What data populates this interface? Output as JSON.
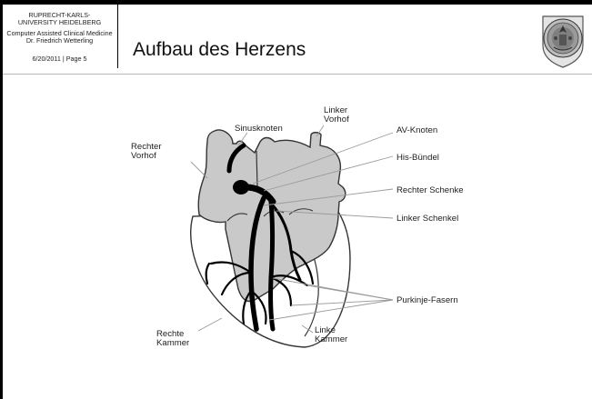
{
  "header": {
    "university": [
      "RUPRECHT-KARLS-",
      "UNIVERSITY HEIDELBERG"
    ],
    "department": [
      "Computer Assisted Clinical Medicine",
      "Dr. Friedrich Wetterling"
    ],
    "date_page": "6/20/2011 | Page 5",
    "title": "Aufbau des Herzens",
    "seal_icon": "university-seal-icon"
  },
  "diagram": {
    "labels": {
      "sinusknoten": "Sinusknoten",
      "linker_vorhof": [
        "Linker",
        "Vorhof"
      ],
      "rechter_vorhof": [
        "Rechter",
        "Vorhof"
      ],
      "av_knoten": "AV-Knoten",
      "his_buendel": "His-Bündel",
      "rechter_schenkel": "Rechter Schenke",
      "linker_schenkel": "Linker Schenkel",
      "purkinje_fasern": "Purkinje-Fasern",
      "rechte_kammer": [
        "Rechte",
        "Kammer"
      ],
      "linke_kammer": [
        "Linke",
        "Kammer"
      ]
    }
  },
  "colors": {
    "atria_fill": "#c9c9c9",
    "ventricle_fill": "#ffffff",
    "conduction": "#000000",
    "outline": "#333333",
    "leader": "#9a9a9a"
  }
}
